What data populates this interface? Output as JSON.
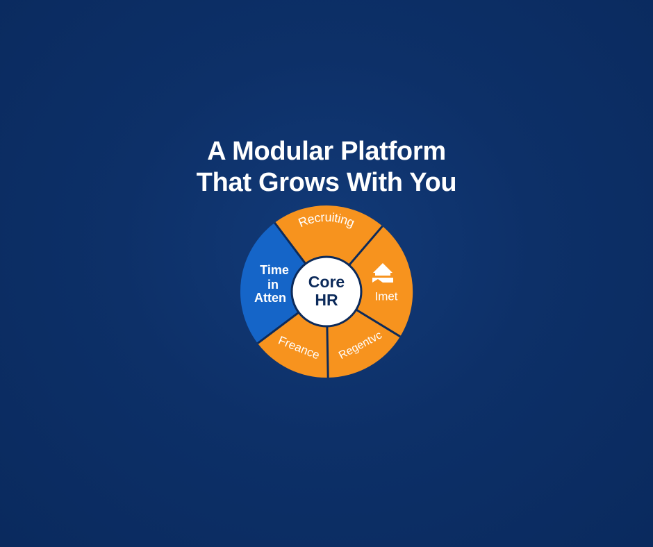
{
  "headline": {
    "line1": "A Modular Platform",
    "line2": "That Grows With You"
  },
  "wheel": {
    "core": {
      "line1": "Core",
      "line2": "HR"
    },
    "segments": {
      "recruiting": {
        "label": "Recruiting",
        "color": "#f7931e"
      },
      "imet": {
        "label": "Imet",
        "icon": "house-icon",
        "color": "#f7931e"
      },
      "regentvc": {
        "label": "Regentvc",
        "color": "#f7931e"
      },
      "freance": {
        "label": "Freance",
        "color": "#f7931e"
      },
      "time": {
        "line1": "Time",
        "line2": "in",
        "line3": "Atten",
        "color": "#1565c8"
      }
    },
    "colors": {
      "divider": "#0c2a5a",
      "core_fill": "#ffffff",
      "core_text": "#0c2a5a"
    }
  }
}
